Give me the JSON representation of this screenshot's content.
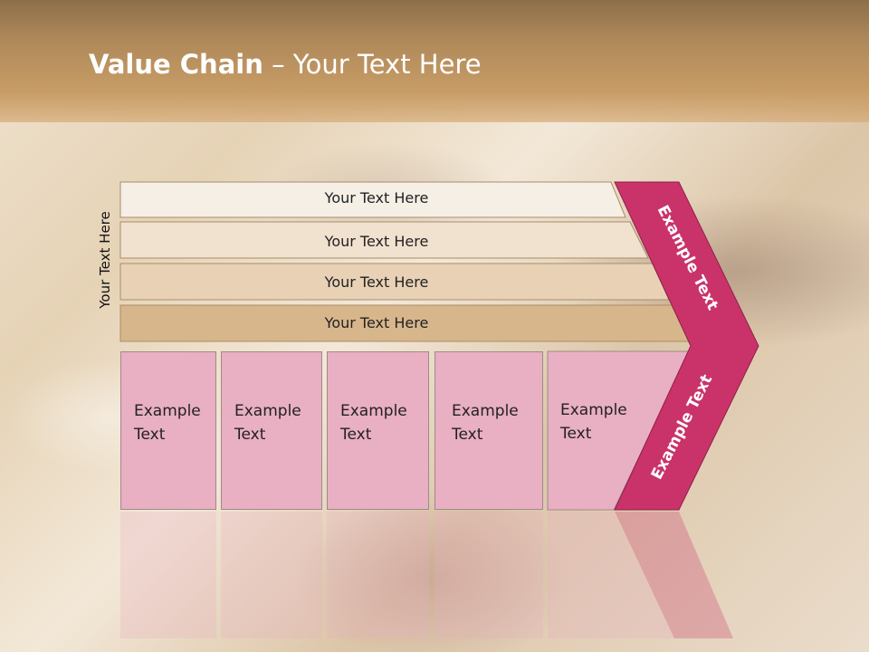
{
  "title": {
    "bold": "Value Chain",
    "rest": " – Your Text Here"
  },
  "vertical_label": "Your Text Here",
  "bands": [
    {
      "label": "Your Text Here",
      "color": "#f5efe6"
    },
    {
      "label": "Your Text Here",
      "color": "#f1e1cf"
    },
    {
      "label": "Your Text Here",
      "color": "#e8d1b5"
    },
    {
      "label": "Your Text Here",
      "color": "#d8b68c"
    }
  ],
  "boxes": [
    {
      "line1": "Example",
      "line2": "Text"
    },
    {
      "line1": "Example",
      "line2": "Text"
    },
    {
      "line1": "Example",
      "line2": "Text"
    },
    {
      "line1": "Example",
      "line2": "Text"
    },
    {
      "line1": "Example",
      "line2": "Text"
    }
  ],
  "chevron": {
    "upper_text": "Example Text",
    "lower_text": "Example Text",
    "color": "#c9336a"
  },
  "box_color": "#e9afc3"
}
